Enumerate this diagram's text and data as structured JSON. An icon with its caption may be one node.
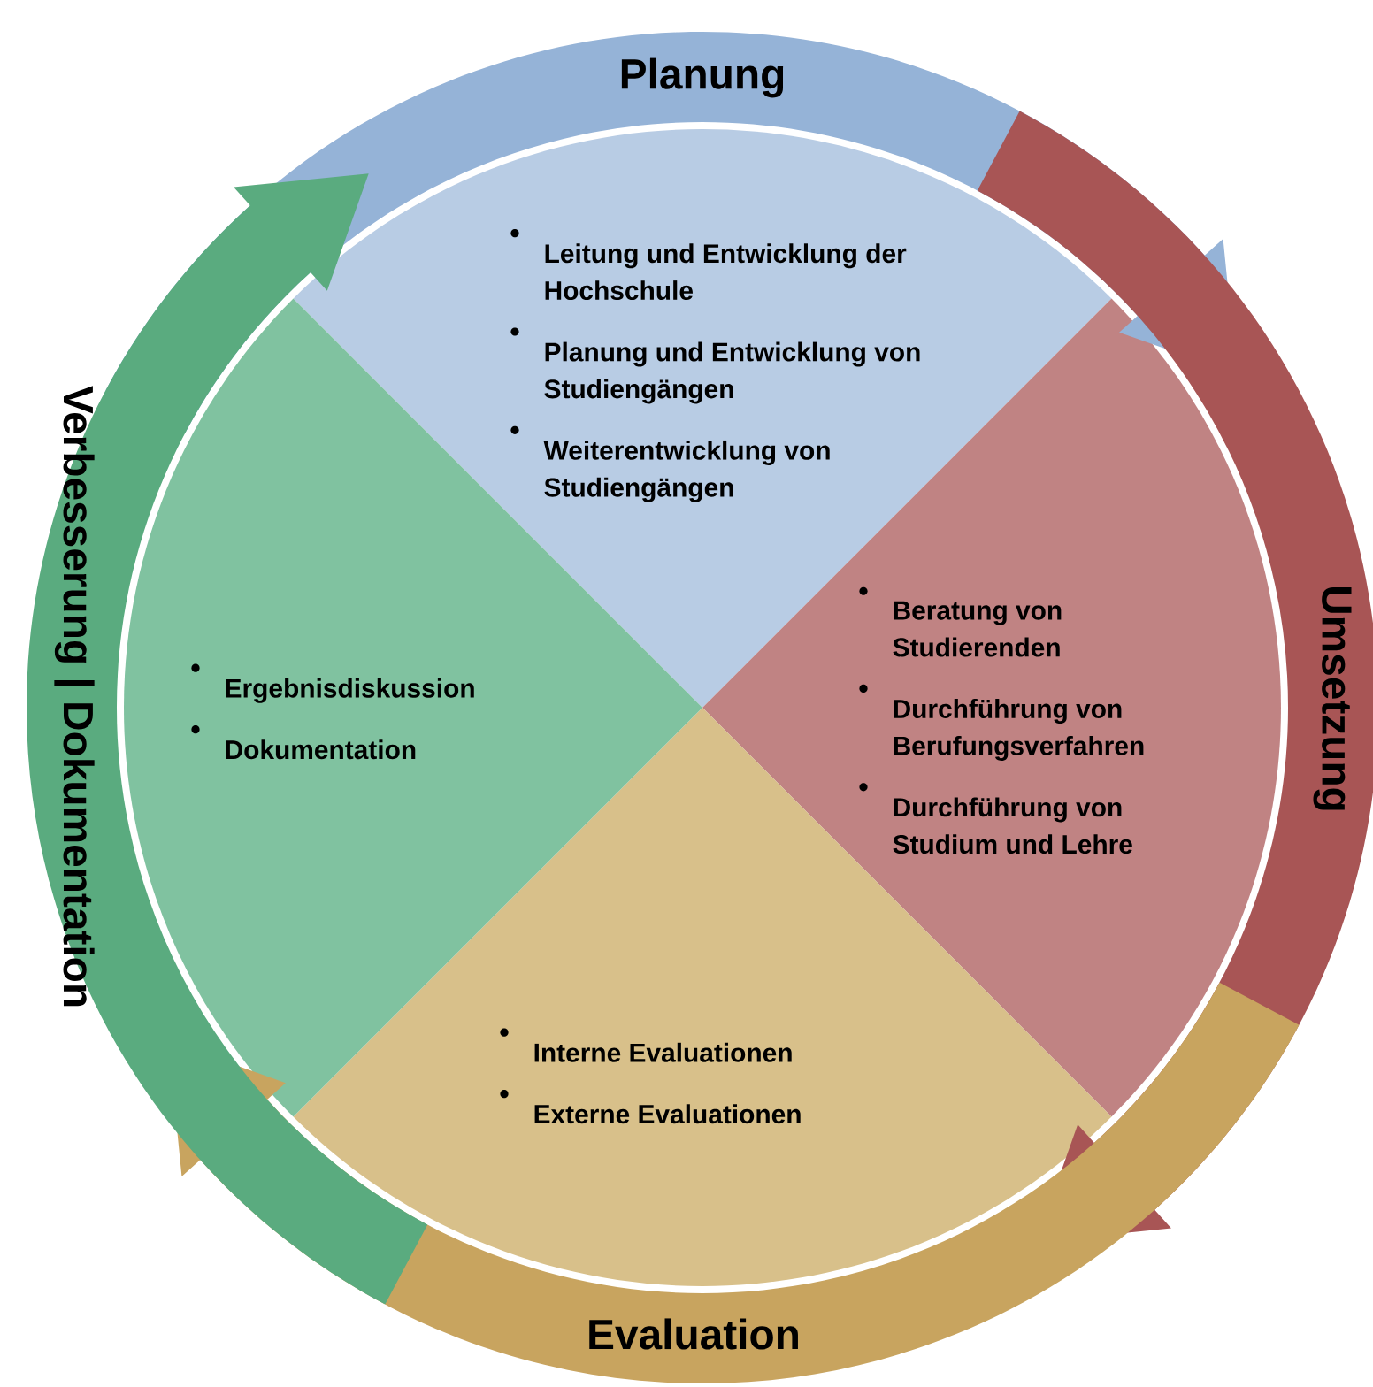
{
  "diagram": {
    "nodes": [
      {
        "text": [
          "Planung"
        ]
      },
      {
        "text": [
          "Umsetzung"
        ]
      },
      {
        "text": [
          "Evaluation"
        ]
      },
      {
        "text": [
          "Verbesserung | Dokumentation"
        ]
      },
      {
        "text": [
          "Leitung und Entwicklung der Hochschule",
          "Planung und Entwicklung von Studiengängen",
          "Weiterentwicklung von Studiengängen"
        ]
      },
      {
        "text": [
          "Beratung von Studierenden",
          "Durchführung von Berufungsverfahren",
          "Durchführung von Studium und Lehre"
        ]
      },
      {
        "text": [
          "Interne Evaluationen",
          "Externe Evaluationen"
        ]
      },
      {
        "text": [
          "Ergebnisdiskussion",
          "Dokumentation"
        ]
      }
    ]
  }
}
